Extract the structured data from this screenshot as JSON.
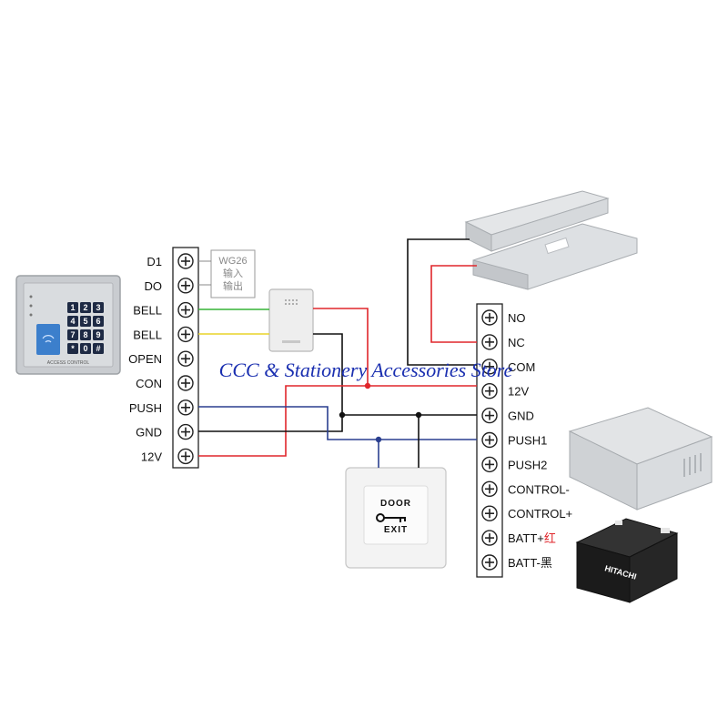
{
  "keypad": {
    "brand": "",
    "panel_text": "ACCESS CONTROL",
    "keys": [
      "1",
      "2",
      "3",
      "4",
      "5",
      "6",
      "7",
      "8",
      "9",
      "*",
      "0",
      "#"
    ]
  },
  "left_terminals": [
    "D1",
    "DO",
    "BELL",
    "BELL",
    "OPEN",
    "CON",
    "PUSH",
    "GND",
    "12V"
  ],
  "wiegand": {
    "title": "WG26",
    "line1": "输入",
    "line2": "输出"
  },
  "right_terminals": [
    "NO",
    "NC",
    "COM",
    "12V",
    "GND",
    "PUSH1",
    "PUSH2",
    "CONTROL-",
    "CONTROL+",
    "BATT+",
    "BATT-"
  ],
  "batt_plus_suffix": "红",
  "batt_minus_suffix": "黑",
  "exit_button": {
    "line1": "DOOR",
    "line2": "EXIT"
  },
  "battery_brand": "HITACHI",
  "watermark": "CCC & Stationery Accessories Store",
  "colors": {
    "red_wire": "#e0262b",
    "black_wire": "#111111",
    "blue_wire": "#2a3f8f",
    "green_wire": "#35b336",
    "yellow_wire": "#e8d42a",
    "watermark": "#1a2fb0"
  }
}
